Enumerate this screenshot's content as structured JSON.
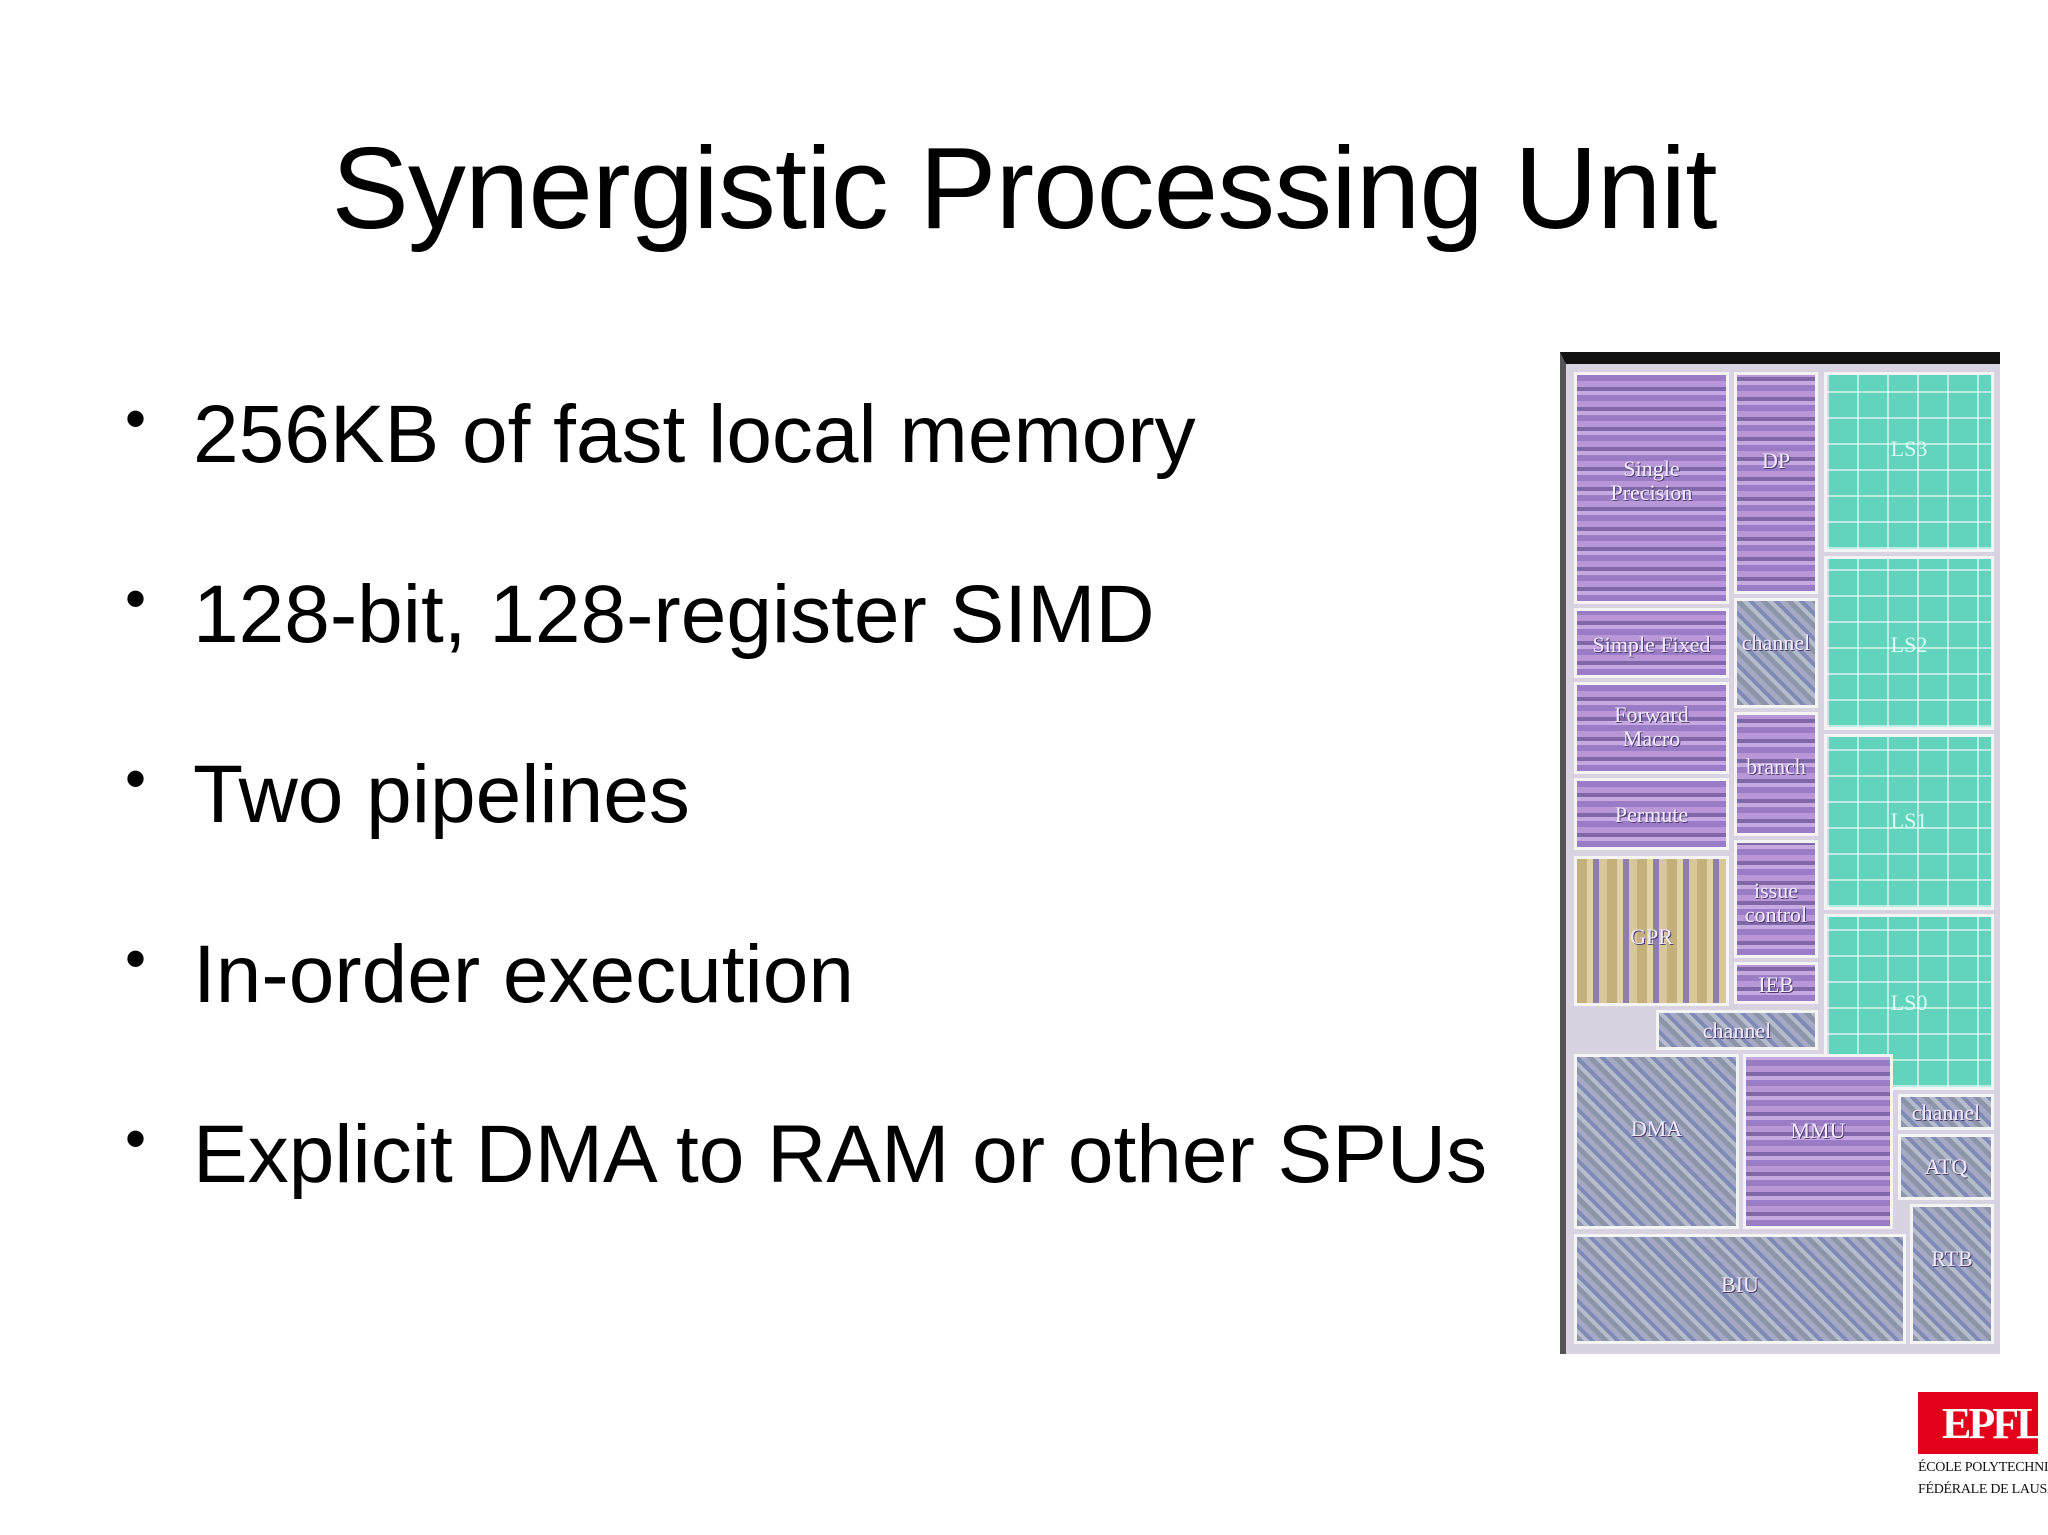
{
  "slide": {
    "title": "Synergistic Processing Unit"
  },
  "bullets": [
    "256KB of fast local memory",
    "128-bit, 128-register SIMD",
    "Two pipelines",
    "In-order execution",
    "Explicit DMA to RAM or other SPUs"
  ],
  "die_labels": {
    "single_precision": "Single Precision",
    "dp": "DP",
    "ls3": "LS3",
    "simple_fixed": "Simple Fixed",
    "channel_1": "channel",
    "ls2": "LS2",
    "forward_macro": "Forward Macro",
    "branch": "branch",
    "permute": "Permute",
    "ls1": "LS1",
    "issue_control": "issue control",
    "gpr": "GPR",
    "ieb": "IEB",
    "ls0": "LS0",
    "channel_2": "channel",
    "channel_3": "channel",
    "dma": "DMA",
    "mmu": "MMU",
    "atq": "ATQ",
    "rtb": "RTB",
    "biu": "BIU"
  },
  "logo": {
    "mark": "EPFL",
    "line1": "ÉCOLE POLYTECHNIQUE",
    "line2": "FÉDÉRALE DE LAUSANNE"
  },
  "colors": {
    "local_store": "#62d3bd",
    "logic": "#9a7cc6",
    "epfl_red": "#e3001b"
  }
}
